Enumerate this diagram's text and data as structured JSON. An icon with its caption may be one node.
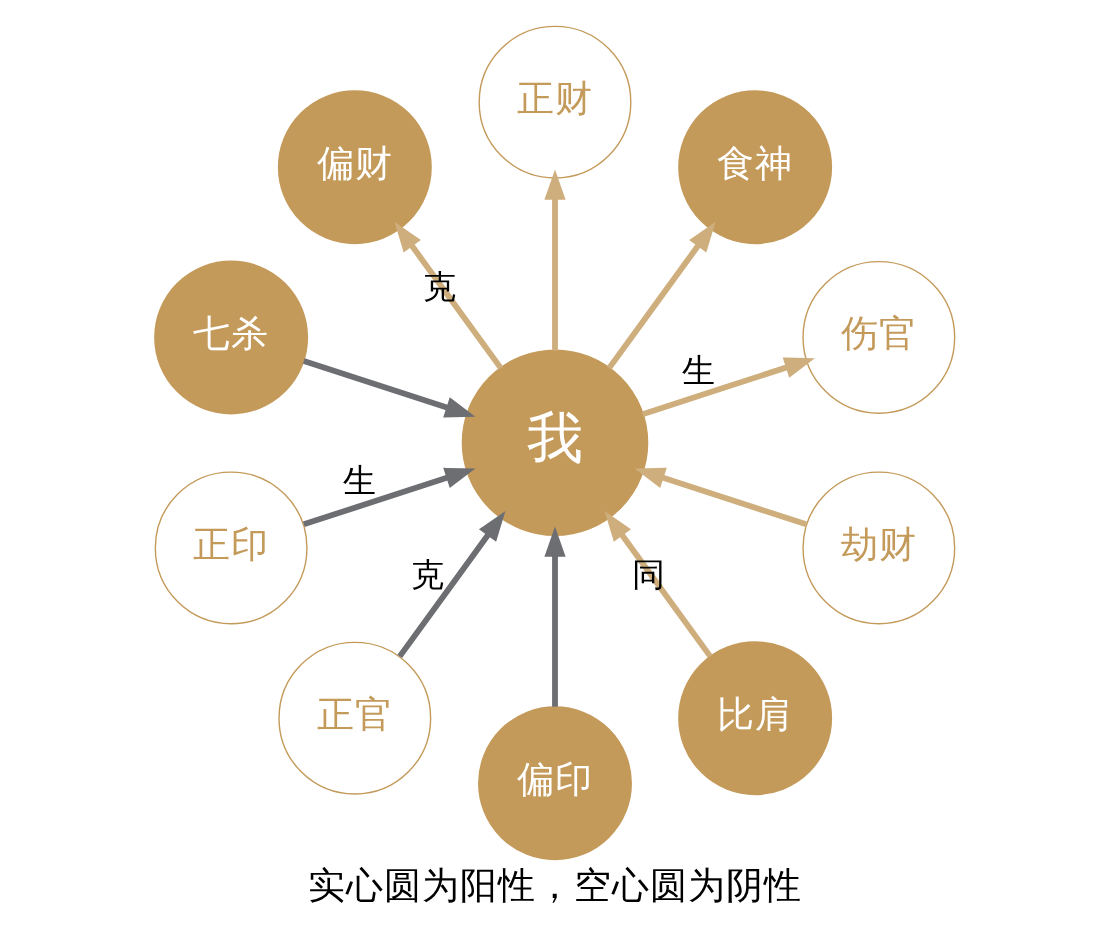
{
  "diagram": {
    "caption": "实心圆为阳性，空心圆为阴性",
    "nodes": [
      {
        "text": [
          "我"
        ]
      },
      {
        "text": [
          "伤官"
        ]
      },
      {
        "text": [
          "食神"
        ]
      },
      {
        "text": [
          "七杀"
        ]
      },
      {
        "text": [
          "正印"
        ]
      },
      {
        "text": [
          "正官"
        ]
      },
      {
        "text": [
          "偏印"
        ]
      },
      {
        "text": [
          "比肩"
        ]
      },
      {
        "text": [
          "正财"
        ]
      },
      {
        "text": [
          "劫财"
        ]
      },
      {
        "text": [
          "偏财"
        ]
      }
    ],
    "edges": [
      {
        "from": 0,
        "to": 1,
        "arrow": "to",
        "label": "生"
      },
      {
        "from": 0,
        "to": 2,
        "arrow": "to"
      },
      {
        "from": 3,
        "to": 0,
        "arrow": "to",
        "color": "#6d6e72"
      },
      {
        "from": 5,
        "to": 0,
        "arrow": "to",
        "label": "克",
        "color": "#6d6e72"
      },
      {
        "from": 4,
        "to": 0,
        "arrow": "to",
        "label": "生",
        "color": "#6d6e72"
      },
      {
        "from": 6,
        "to": 0,
        "arrow": "to",
        "color": "#6d6e72"
      },
      {
        "from": 7,
        "to": 0,
        "arrow": "to",
        "label": "同"
      },
      {
        "from": 9,
        "to": 0,
        "arrow": "to"
      },
      {
        "from": 0,
        "to": 8,
        "arrow": "to"
      },
      {
        "from": 0,
        "to": 10,
        "arrow": "to",
        "label": "克"
      }
    ]
  }
}
